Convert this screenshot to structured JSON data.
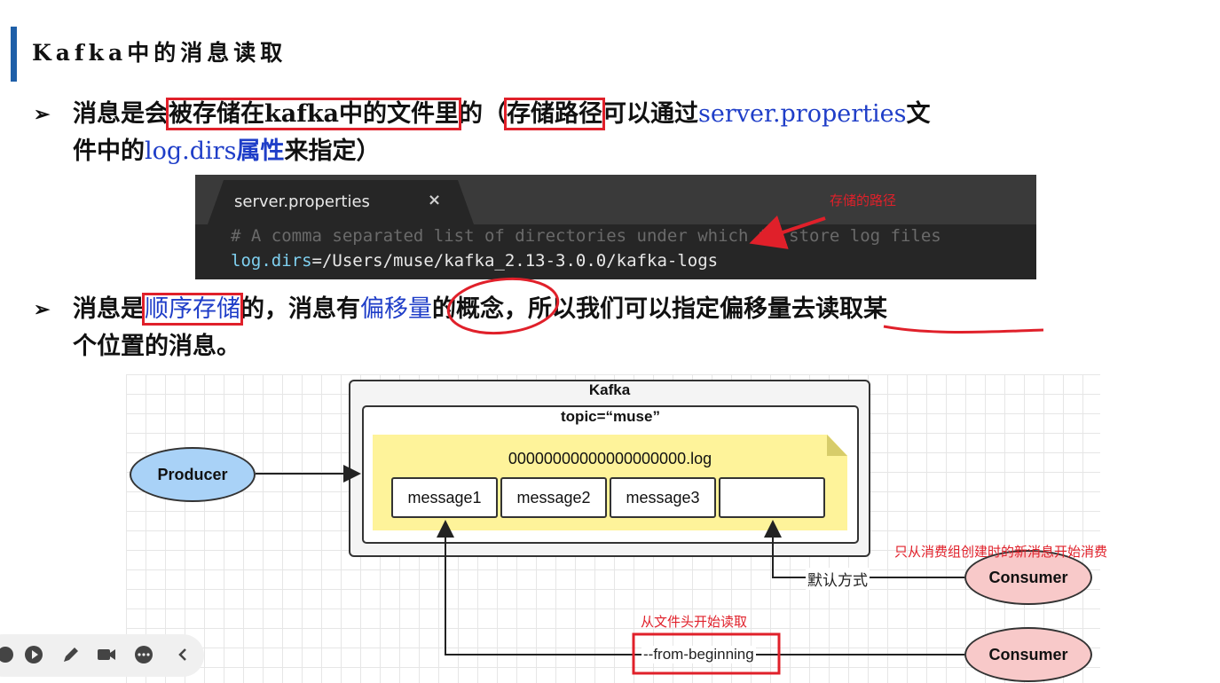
{
  "slide": {
    "title": "Kafka中的消息读取"
  },
  "bullet1": {
    "marker": "➢",
    "t1": "消息是会",
    "t2": "被存储在kafka中的文件里",
    "t3": "的（",
    "t4": "存储路径",
    "t5": "可以通过",
    "t6": "server.properties",
    "t7": "文",
    "t8": "件中的",
    "t9": "log.dirs",
    "t10": "属性",
    "t11": "来指定）"
  },
  "code": {
    "tab_name": "server.properties",
    "close_glyph": "×",
    "comment_line": "# A comma separated list of directories under which to store log files",
    "setting_key": "log.dirs",
    "setting_rest": "=/Users/muse/kafka_2.13-3.0.0/kafka-logs",
    "annotation": "存储的路径"
  },
  "bullet2": {
    "marker": "➢",
    "t1": "消息是",
    "t2": "顺序存储",
    "t3": "的，消息有",
    "t4": "偏移量",
    "t5": "的概念，所以我们可以",
    "t6": "指定偏移量",
    "t7": "去读取某",
    "t8": "个位置的消息。"
  },
  "diagram": {
    "kafka_label": "Kafka",
    "topic_label": "topic=“muse”",
    "log_file": "00000000000000000000.log",
    "messages": [
      "message1",
      "message2",
      "message3",
      ""
    ],
    "producer": "Producer",
    "consumer_default": "Consumer",
    "consumer_beginning": "Consumer",
    "edge_default": "默认方式",
    "edge_beginning": "--from-beginning",
    "note_default": "只从消费组创建时的新消息开始消费",
    "note_beginning": "从文件头开始读取"
  },
  "colors": {
    "accent_red": "#e0202a",
    "link_blue": "#1f3ec8",
    "title_bar": "#1f5fa8",
    "producer_fill": "#a9d2f7",
    "consumer_fill": "#f8c9c9",
    "log_fill": "#fef39a"
  },
  "player_icons": [
    "record-icon",
    "play-icon",
    "pen-icon",
    "camera-icon",
    "more-icon",
    "collapse-icon"
  ]
}
